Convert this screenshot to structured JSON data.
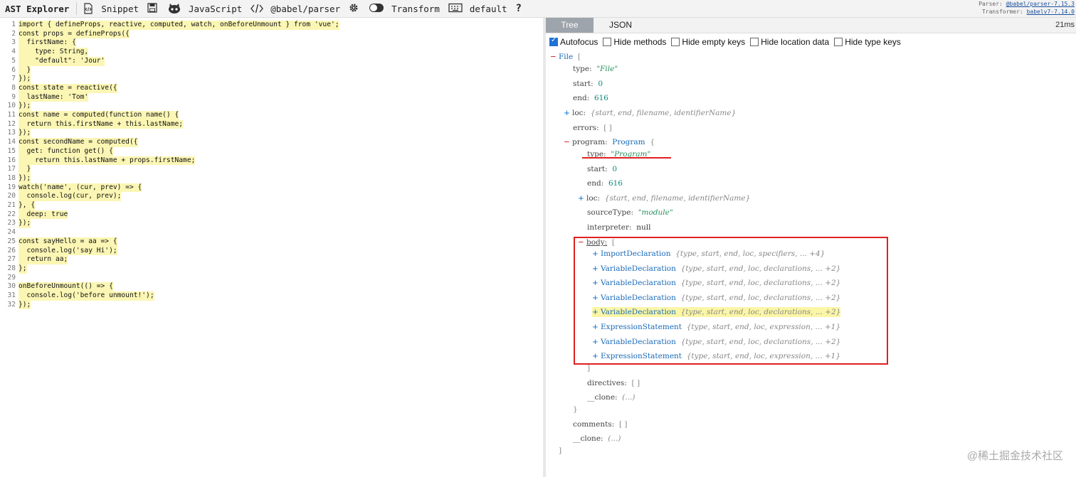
{
  "toolbar": {
    "brand": "AST Explorer",
    "snippet": "Snippet",
    "language": "JavaScript",
    "parser": "@babel/parser",
    "transform": "Transform",
    "keymap": "default",
    "help": "?",
    "parser_label": "Parser:",
    "parser_version": "@babel/parser-7.15.3",
    "transformer_label": "Transformer:",
    "transformer_version": "babelv7-7.14.0"
  },
  "editor": {
    "lines": [
      {
        "n": "1",
        "t": "import { defineProps, reactive, computed, watch, onBeforeUnmount } from 'vue';"
      },
      {
        "n": "2",
        "t": "const props = defineProps({"
      },
      {
        "n": "3",
        "t": "  firstName: {"
      },
      {
        "n": "4",
        "t": "    type: String,"
      },
      {
        "n": "5",
        "t": "    \"default\": 'Jour'"
      },
      {
        "n": "6",
        "t": "  }"
      },
      {
        "n": "7",
        "t": "});"
      },
      {
        "n": "8",
        "t": "const state = reactive({"
      },
      {
        "n": "9",
        "t": "  lastName: 'Tom'"
      },
      {
        "n": "10",
        "t": "});"
      },
      {
        "n": "11",
        "t": "const name = computed(function name() {"
      },
      {
        "n": "12",
        "t": "  return this.firstName + this.lastName;"
      },
      {
        "n": "13",
        "t": "});"
      },
      {
        "n": "14",
        "t": "const secondName = computed({"
      },
      {
        "n": "15",
        "t": "  get: function get() {"
      },
      {
        "n": "16",
        "t": "    return this.lastName + props.firstName;"
      },
      {
        "n": "17",
        "t": "  }"
      },
      {
        "n": "18",
        "t": "});"
      },
      {
        "n": "19",
        "t": "watch('name', (cur, prev) => {"
      },
      {
        "n": "20",
        "t": "  console.log(cur, prev);"
      },
      {
        "n": "21",
        "t": "}, {"
      },
      {
        "n": "22",
        "t": "  deep: true"
      },
      {
        "n": "23",
        "t": "});"
      },
      {
        "n": "24",
        "t": ""
      },
      {
        "n": "25",
        "t": "const sayHello = aa => {"
      },
      {
        "n": "26",
        "t": "  console.log('say Hi');"
      },
      {
        "n": "27",
        "t": "  return aa;"
      },
      {
        "n": "28",
        "t": "};"
      },
      {
        "n": "29",
        "t": ""
      },
      {
        "n": "30",
        "t": "onBeforeUnmount(() => {"
      },
      {
        "n": "31",
        "t": "  console.log('before unmount!');"
      },
      {
        "n": "32",
        "t": "});"
      }
    ]
  },
  "panel": {
    "tab_tree": "Tree",
    "tab_json": "JSON",
    "time": "21ms",
    "options": [
      {
        "label": "Autofocus",
        "checked": true
      },
      {
        "label": "Hide methods",
        "checked": false
      },
      {
        "label": "Hide empty keys",
        "checked": false
      },
      {
        "label": "Hide location data",
        "checked": false
      },
      {
        "label": "Hide type keys",
        "checked": false
      }
    ]
  },
  "tree": {
    "file": {
      "key": "File",
      "bracket": "["
    },
    "file_type": {
      "key": "type:",
      "value": "\"File\""
    },
    "file_start": {
      "key": "start:",
      "value": "0"
    },
    "file_end": {
      "key": "end:",
      "value": "616"
    },
    "file_loc": {
      "key": "loc:",
      "value": "{start, end, filename, identifierName}"
    },
    "file_errors": {
      "key": "errors:",
      "value": "[ ]"
    },
    "program": {
      "key": "program:",
      "type": "Program",
      "bracket": "{"
    },
    "prog_type": {
      "key": "type:",
      "value": "\"Program\""
    },
    "prog_start": {
      "key": "start:",
      "value": "0"
    },
    "prog_end": {
      "key": "end:",
      "value": "616"
    },
    "prog_loc": {
      "key": "loc:",
      "value": "{start, end, filename, identifierName}"
    },
    "prog_sourceType": {
      "key": "sourceType:",
      "value": "\"module\""
    },
    "prog_interpreter": {
      "key": "interpreter:",
      "value": "null"
    },
    "body": {
      "key": "body:",
      "bracket": "["
    },
    "body_items": [
      {
        "type": "ImportDeclaration",
        "meta": "{type, start, end, loc, specifiers, ... +4}",
        "highlight": false
      },
      {
        "type": "VariableDeclaration",
        "meta": "{type, start, end, loc, declarations, ... +2}",
        "highlight": false
      },
      {
        "type": "VariableDeclaration",
        "meta": "{type, start, end, loc, declarations, ... +2}",
        "highlight": false
      },
      {
        "type": "VariableDeclaration",
        "meta": "{type, start, end, loc, declarations, ... +2}",
        "highlight": false
      },
      {
        "type": "VariableDeclaration",
        "meta": "{type, start, end, loc, declarations, ... +2}",
        "highlight": true
      },
      {
        "type": "ExpressionStatement",
        "meta": "{type, start, end, loc, expression, ... +1}",
        "highlight": false
      },
      {
        "type": "VariableDeclaration",
        "meta": "{type, start, end, loc, declarations, ... +2}",
        "highlight": false
      },
      {
        "type": "ExpressionStatement",
        "meta": "{type, start, end, loc, expression, ... +1}",
        "highlight": false
      }
    ],
    "body_close": "]",
    "prog_directives": {
      "key": "directives:",
      "value": "[ ]"
    },
    "prog_clone": {
      "key": "__clone:",
      "value": "(...)"
    },
    "program_close": "}",
    "file_comments": {
      "key": "comments:",
      "value": "[ ]"
    },
    "file_clone": {
      "key": "__clone:",
      "value": "(...)"
    },
    "file_close": "]"
  },
  "watermark": "@稀土掘金技术社区"
}
